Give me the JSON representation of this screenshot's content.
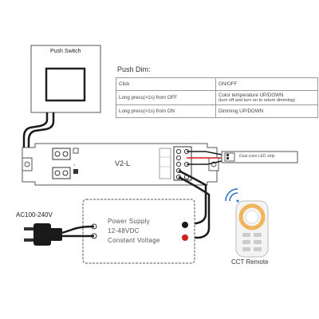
{
  "push_switch": {
    "label": "Push Switch"
  },
  "push_dim": {
    "title": "Push Dim:",
    "rows": [
      {
        "action": "Click",
        "result": "ON/OFF",
        "note": ""
      },
      {
        "action": "Long press(>1s) from OFF",
        "result": "Color temperature UP/DOWN",
        "note": "(turn off and turn on to return dimming)"
      },
      {
        "action": "Long press(>1s) from ON",
        "result": "Dimming UP/DOWN",
        "note": ""
      }
    ]
  },
  "controller": {
    "model": "V2-L"
  },
  "led_strip": {
    "label": "Dual color LED strip"
  },
  "power_supply": {
    "line1": "Power Supply",
    "line2": "12-48VDC",
    "line3": "Constant Voltage"
  },
  "ac_input": {
    "label": "AC100-240V"
  },
  "remote": {
    "label": "CCT Remote"
  },
  "colors": {
    "wire": "#1a1a1a",
    "positive": "#d11f1f",
    "board": "#ffffff",
    "outline": "#555555"
  }
}
